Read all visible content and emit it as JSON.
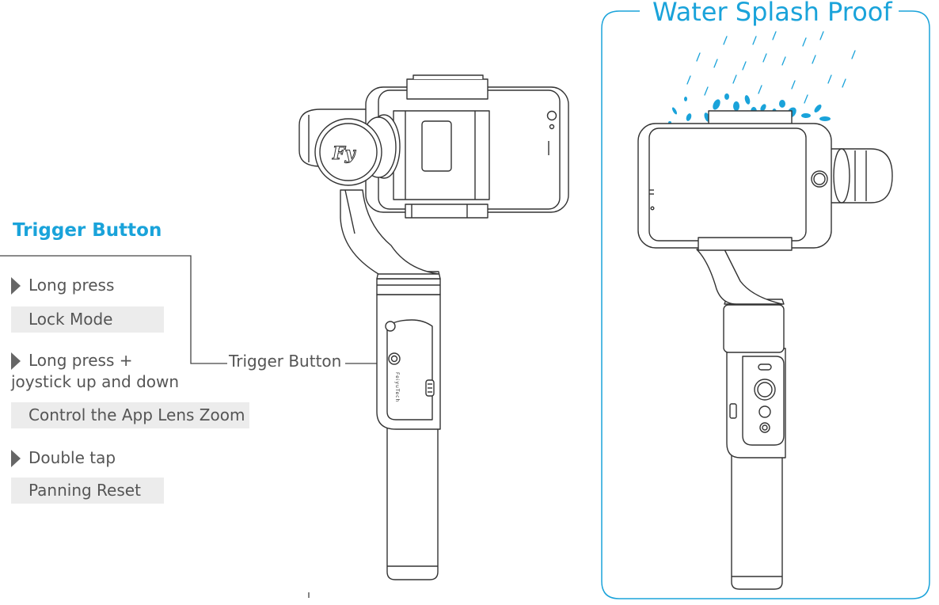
{
  "heading": "Trigger Button",
  "steps": [
    {
      "action_lines": [
        "Long press"
      ],
      "result": "Lock Mode"
    },
    {
      "action_lines": [
        "Long press +",
        "joystick up and down"
      ],
      "result": "Control the App Lens Zoom"
    },
    {
      "action_lines": [
        "Double tap"
      ],
      "result": "Panning Reset"
    }
  ],
  "callout_label": "Trigger Button",
  "brand_logo": "Fy",
  "handle_marking": "FeiyuTech",
  "panel_title": "Water Splash Proof",
  "colors": {
    "accent": "#1aa3da",
    "text": "#555555",
    "result_bg": "#ececec",
    "line": "#333333"
  }
}
